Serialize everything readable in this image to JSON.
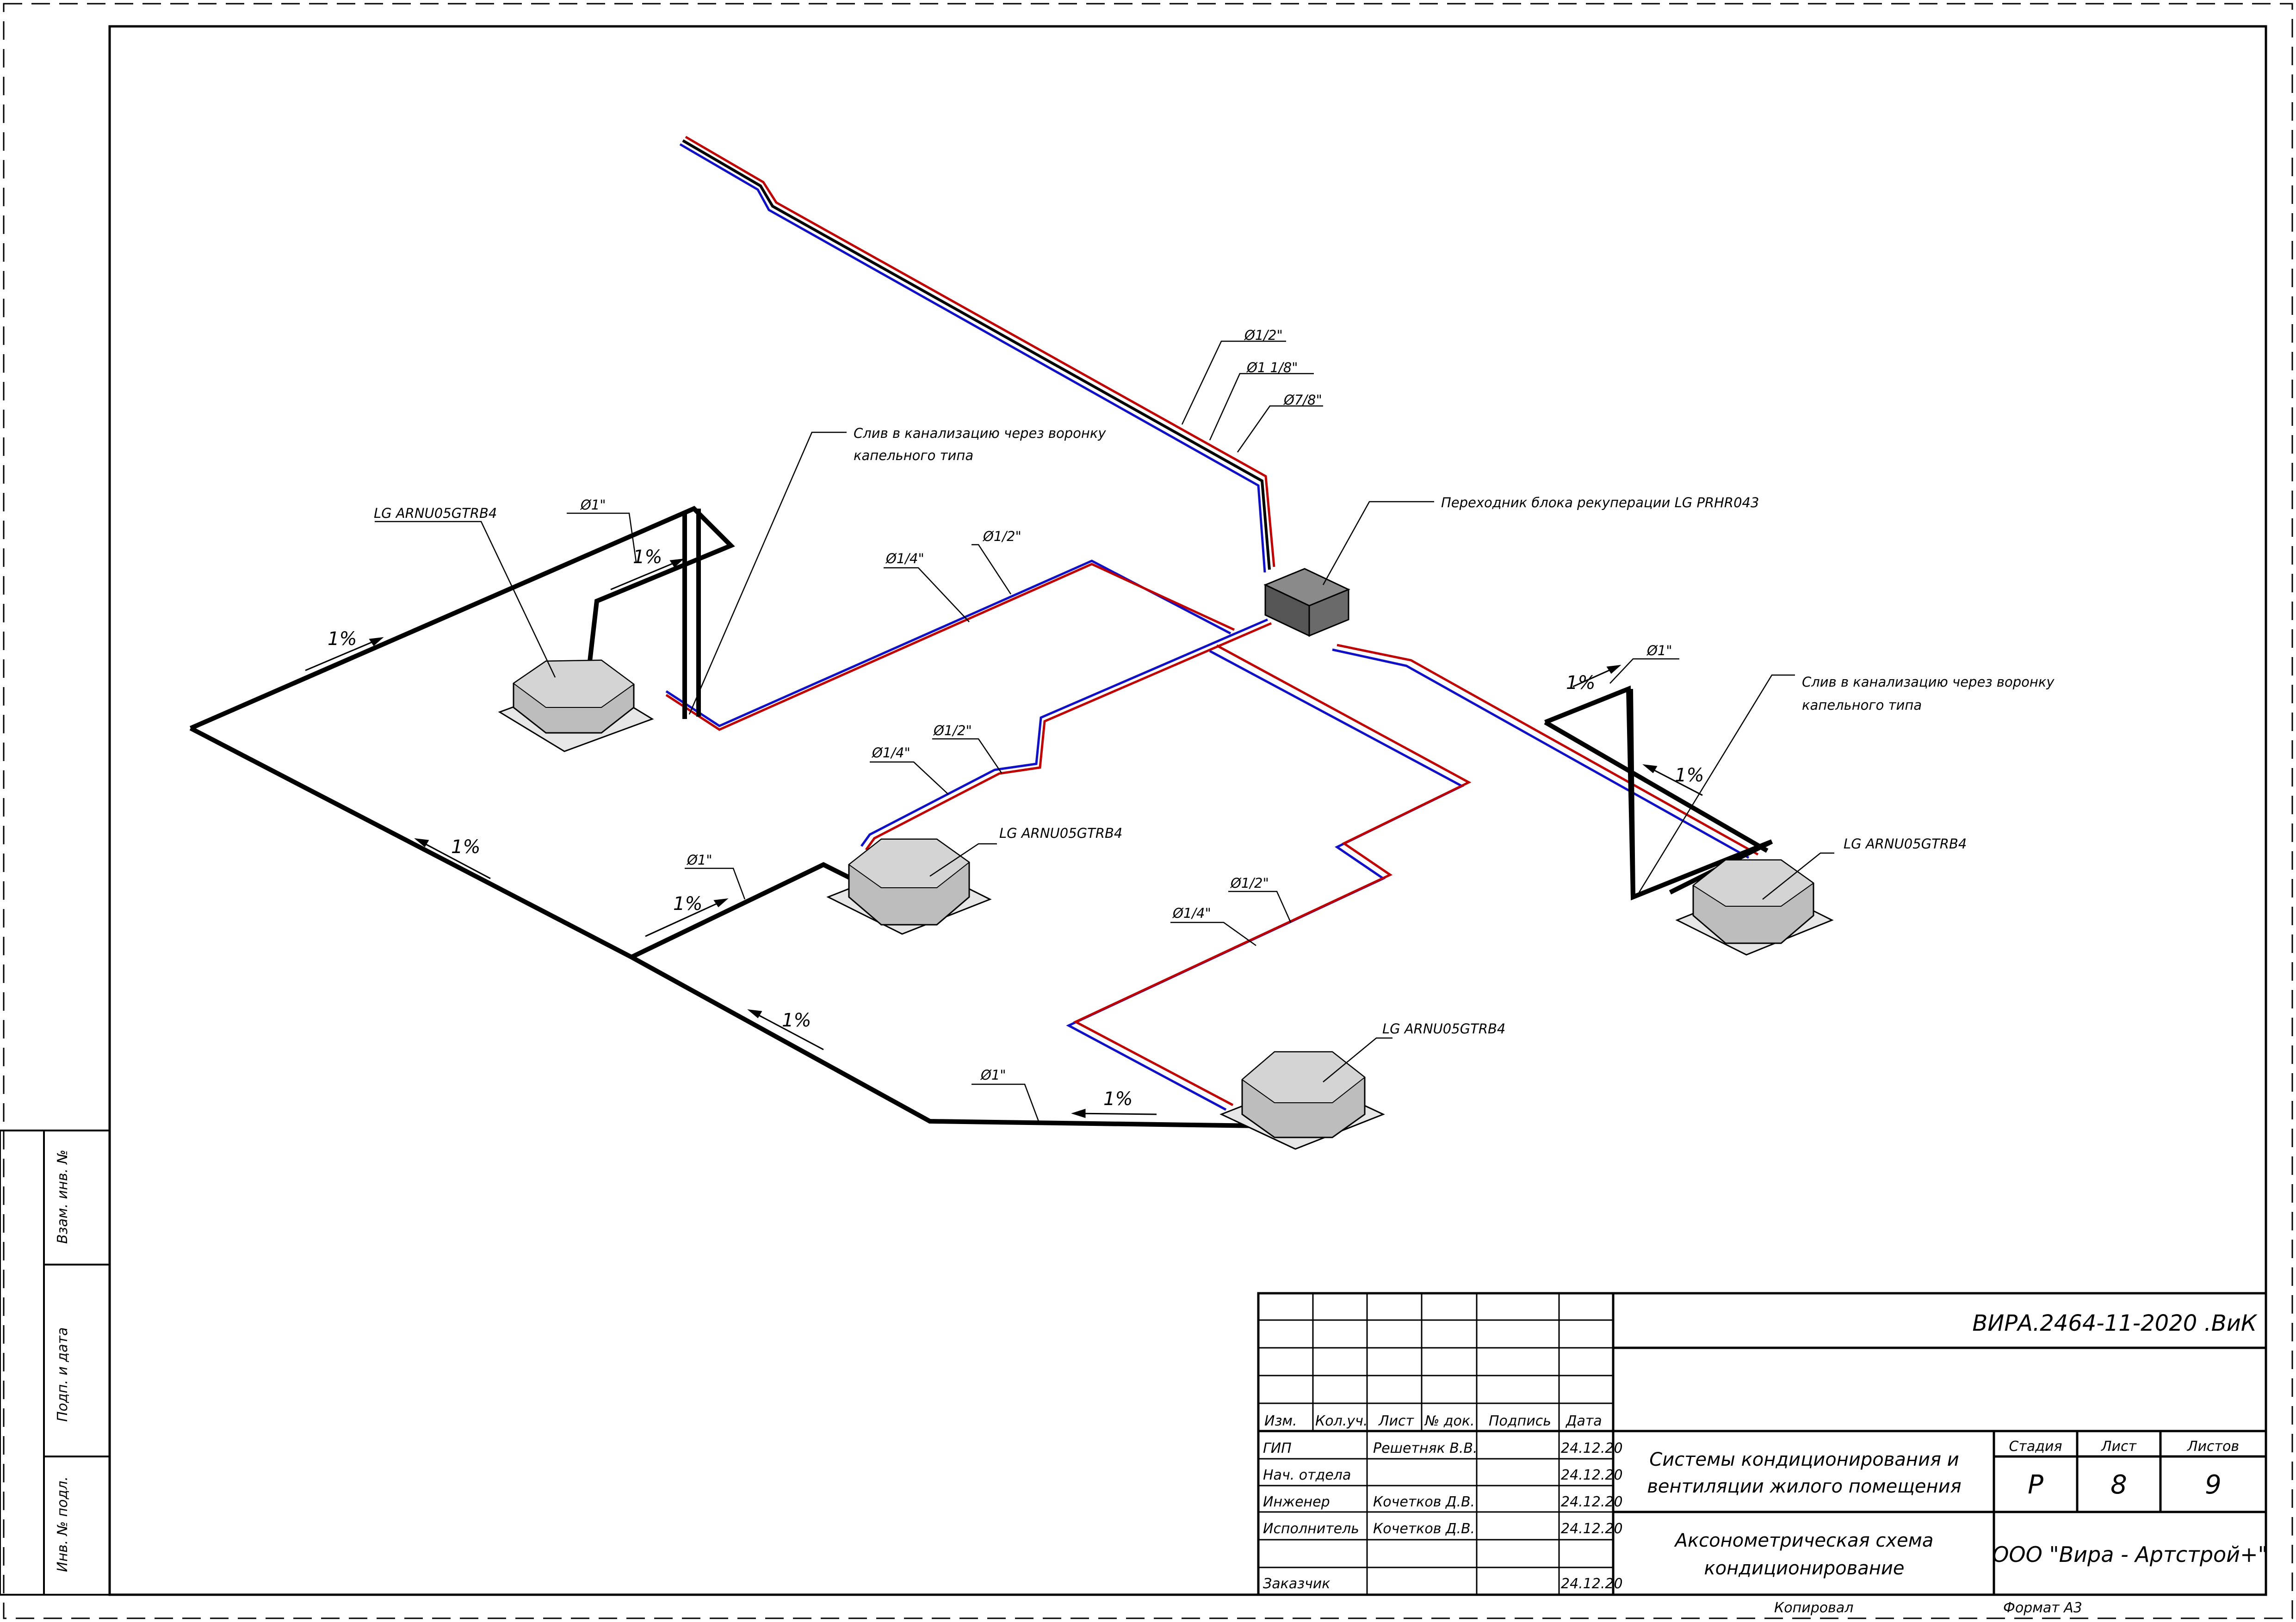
{
  "labels": {
    "unit_model": "LG ARNU05GTRB4",
    "recovery_adapter": "Переходник блока рекуперации LG PRHR043",
    "drain_note_line1": "Слив в канализацию через воронку",
    "drain_note_line2": "капельного типа",
    "slope": "1%"
  },
  "pipe_sizes": {
    "d_1_2": "Ø1/2\"",
    "d_1_1_8": "Ø1 1/8\"",
    "d_7_8": "Ø7/8\"",
    "d_1_4": "Ø1/4\"",
    "d_1": "Ø1\""
  },
  "side_stamp": {
    "interchange_no": "Взам. инв. №",
    "sign_date": "Подп. и дата",
    "original_no": "Инв. № подл."
  },
  "title_block": {
    "doc_code": "ВИРА.2464-11-2020  .ВиК",
    "headers": {
      "izm": "Изм.",
      "kol_uch": "Кол.уч.",
      "list": "Лист",
      "doc_no": "№ док.",
      "sign": "Подпись",
      "date": "Дата"
    },
    "rows": [
      {
        "role": "ГИП",
        "name": "Решетняк В.В.",
        "date": "24.12.20"
      },
      {
        "role": "Нач. отдела",
        "name": "",
        "date": "24.12.20"
      },
      {
        "role": "Инженер",
        "name": "Кочетков Д.В.",
        "date": "24.12.20"
      },
      {
        "role": "Исполнитель",
        "name": "Кочетков Д.В.",
        "date": "24.12.20"
      },
      {
        "role": "",
        "name": "",
        "date": ""
      },
      {
        "role": "Заказчик",
        "name": "",
        "date": "24.12.20"
      }
    ],
    "project_title_line1": "Системы кондиционирования и",
    "project_title_line2": "вентиляции жилого помещения",
    "sheet_title_line1": "Аксонометрическая схема",
    "sheet_title_line2": "кондиционирование",
    "stage_label": "Стадия",
    "sheet_label": "Лист",
    "sheets_label": "Листов",
    "stage": "Р",
    "sheet": "8",
    "sheets": "9",
    "company": "ООО \"Вира - Артстрой+\"",
    "copied_label": "Копировал",
    "format_label": "Формат А3"
  },
  "colors": {
    "liquid_line": "#1010c8",
    "gas_line": "#c00000",
    "drain_line": "#000000",
    "unit_fill": "#bdbdbd",
    "adapter_fill": "#6a6a6a"
  }
}
